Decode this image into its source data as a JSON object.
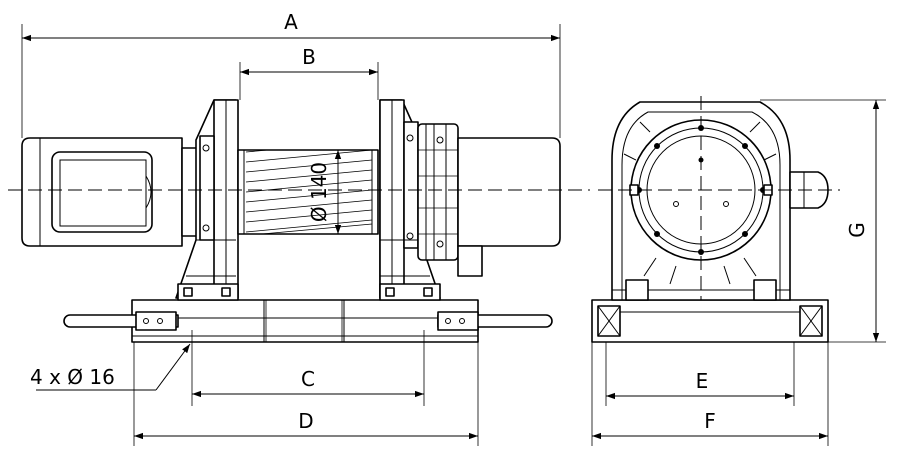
{
  "dimensions": {
    "A": "A",
    "B": "B",
    "C": "C",
    "D": "D",
    "E": "E",
    "F": "F",
    "G": "G"
  },
  "drum_diameter_label": "Ø 140",
  "bolt_holes_label": "4 x Ø 16",
  "colors": {
    "line": "#000000",
    "background": "#ffffff"
  }
}
